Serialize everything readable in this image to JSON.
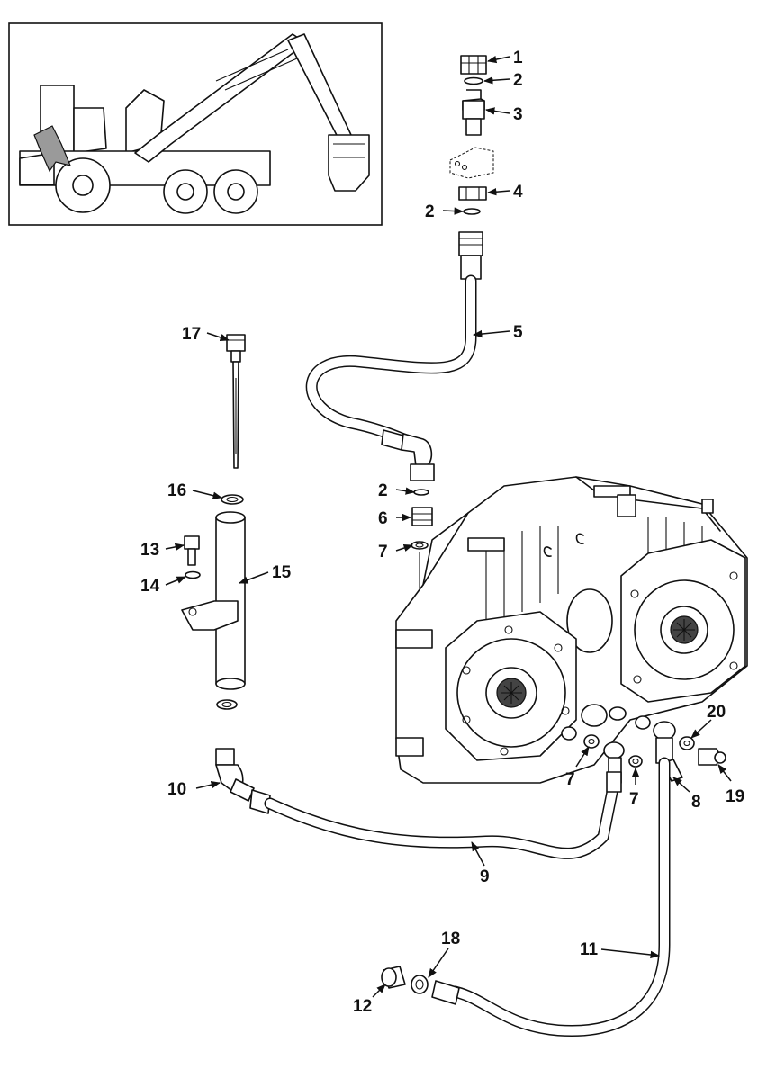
{
  "callouts": {
    "c1": "1",
    "c2a": "2",
    "c3": "3",
    "c4": "4",
    "c2b": "2",
    "c5": "5",
    "c17": "17",
    "c2c": "2",
    "c6": "6",
    "c7a": "7",
    "c16": "16",
    "c13": "13",
    "c15": "15",
    "c14": "14",
    "c20": "20",
    "c7b": "7",
    "c7c": "7",
    "c8": "8",
    "c19": "19",
    "c10": "10",
    "c9": "9",
    "c18": "18",
    "c11": "11",
    "c12": "12"
  },
  "colors": {
    "line": "#111111",
    "background": "#ffffff",
    "shade": "#9a9a9a"
  },
  "icons": {
    "locator_arrow": "arrow-icon"
  }
}
